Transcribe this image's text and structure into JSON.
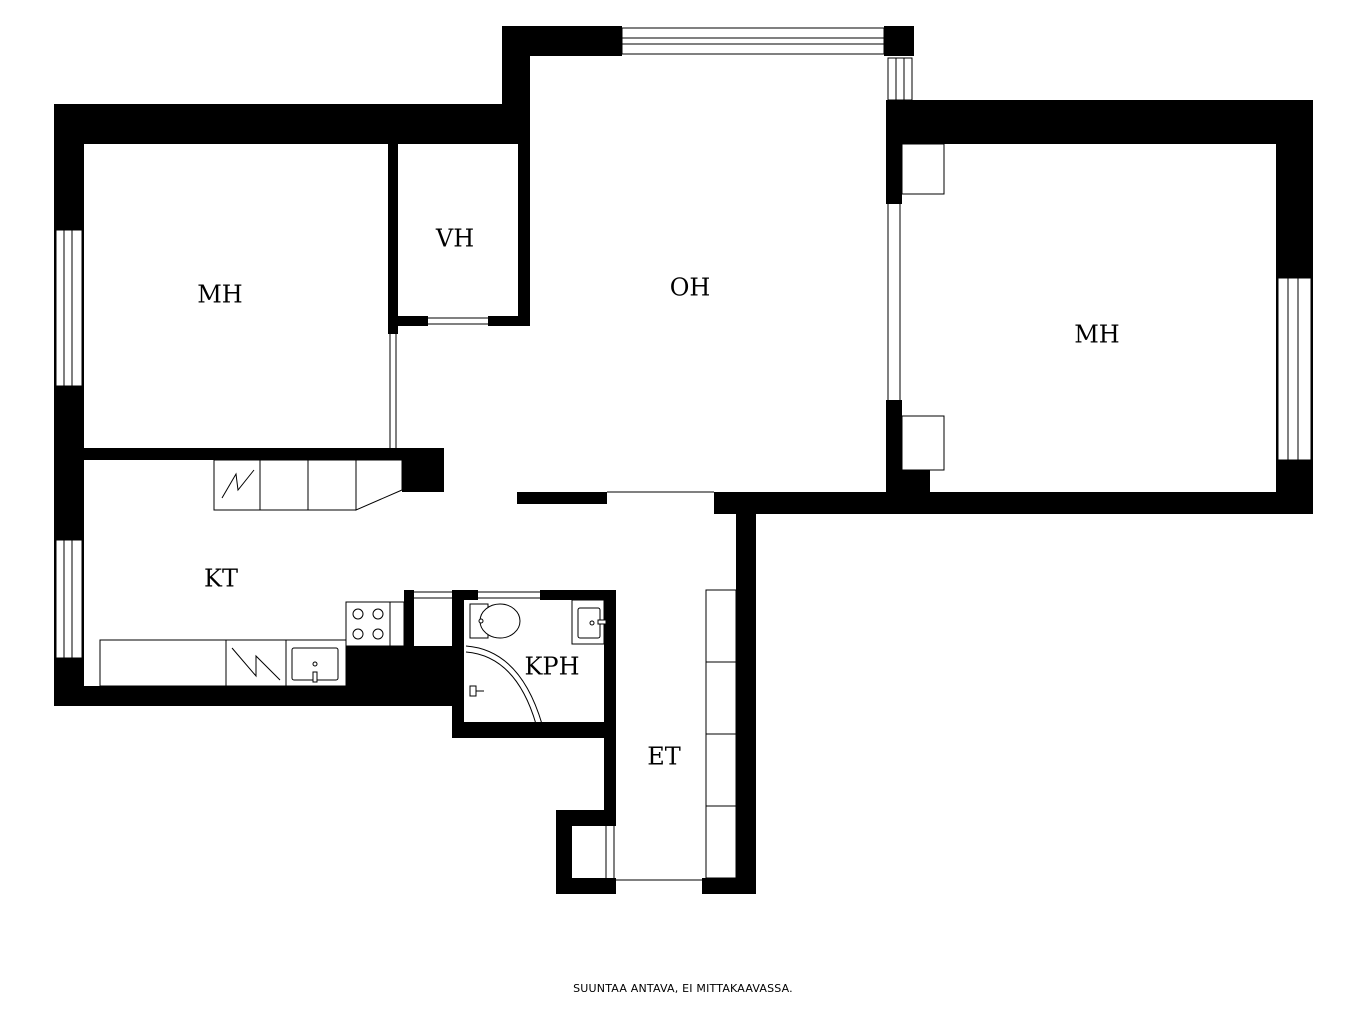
{
  "floorplan": {
    "rooms": {
      "bedroom_left": "MH",
      "walk_in_closet": "VH",
      "living_room": "OH",
      "bedroom_right": "MH",
      "kitchen": "KT",
      "bathroom": "KPH",
      "entrance_hall": "ET"
    },
    "footer_note": "SUUNTAA ANTAVA, EI MITTAKAAVASSA."
  }
}
